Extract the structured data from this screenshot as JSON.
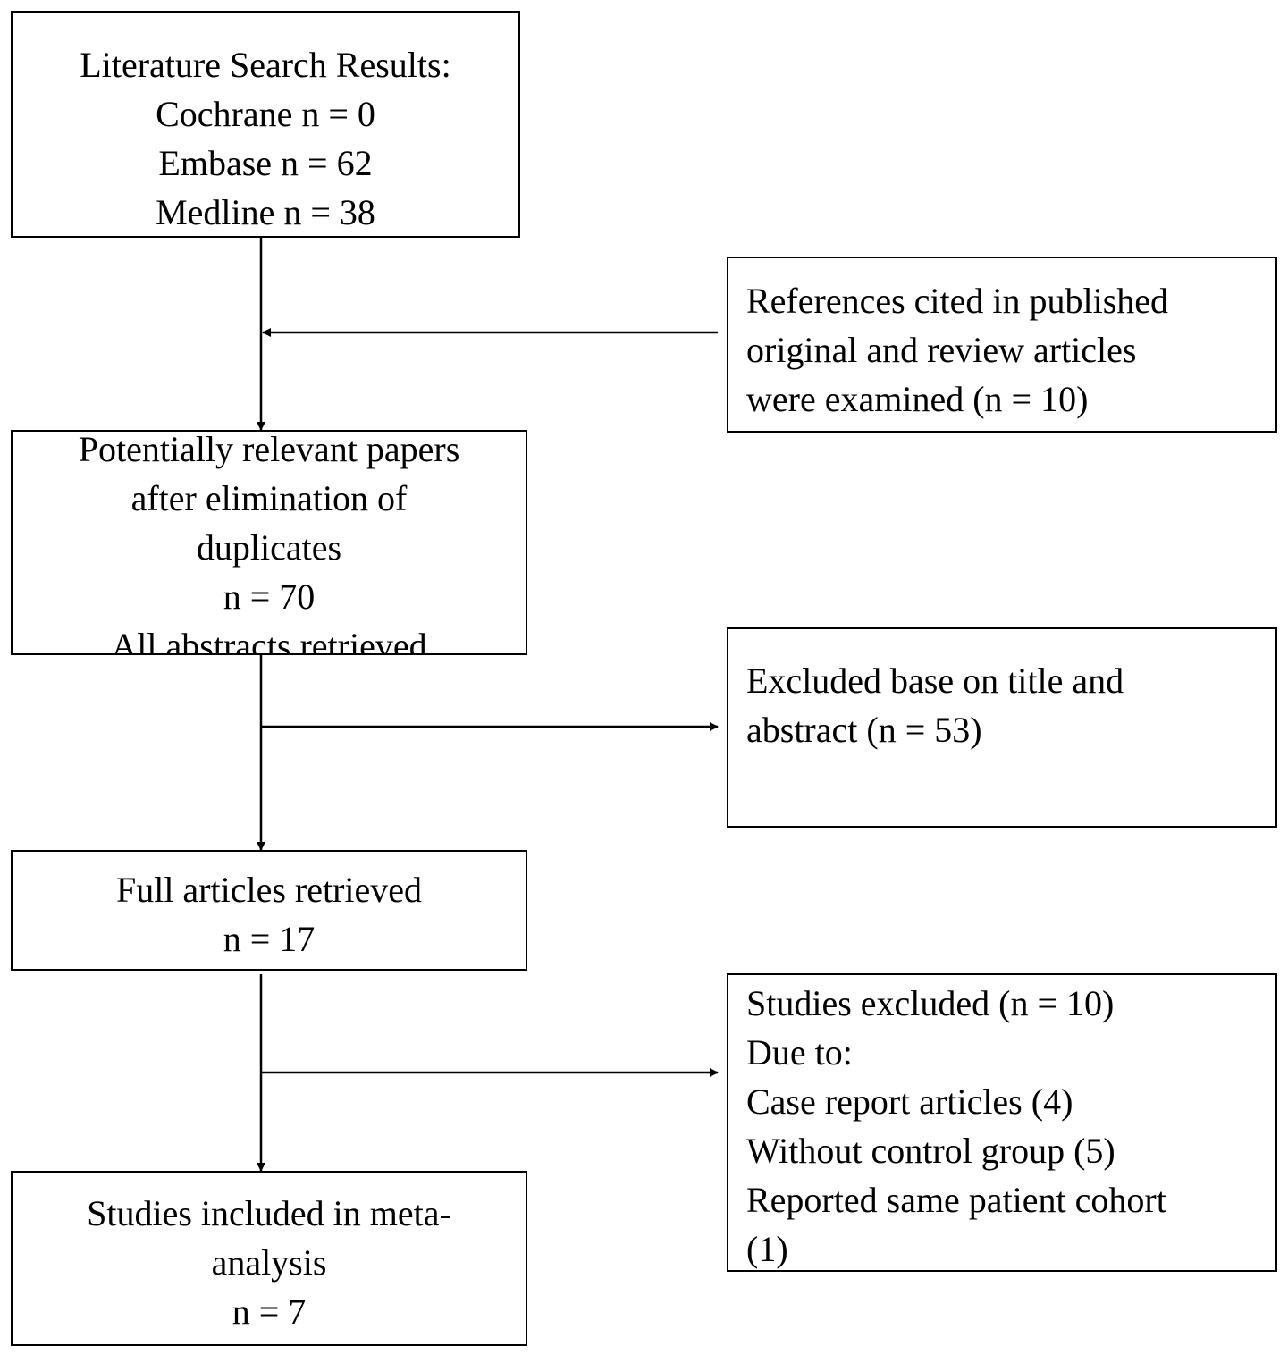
{
  "boxes": {
    "search_results": {
      "lines": [
        "Literature Search Results:",
        "Cochrane n = 0",
        "Embase n = 62",
        "Medline n = 38"
      ]
    },
    "references": {
      "lines": [
        "References cited in published",
        "original and review articles",
        "were examined (n = 10)"
      ]
    },
    "potentially_relevant": {
      "lines": [
        "Potentially relevant papers",
        "after elimination of",
        "duplicates",
        "n = 70",
        "All abstracts retrieved"
      ]
    },
    "excluded_title": {
      "lines": [
        "Excluded base on title and",
        "abstract (n = 53)"
      ]
    },
    "full_articles": {
      "lines": [
        "Full articles retrieved",
        "n = 17"
      ]
    },
    "studies_excluded": {
      "lines": [
        "Studies excluded (n = 10)",
        "Due to:",
        "Case report articles (4)",
        "Without control group (5)",
        "Reported same patient cohort",
        "(1)"
      ]
    },
    "included": {
      "lines": [
        "Studies included in meta-",
        "analysis",
        "n = 7"
      ]
    }
  }
}
